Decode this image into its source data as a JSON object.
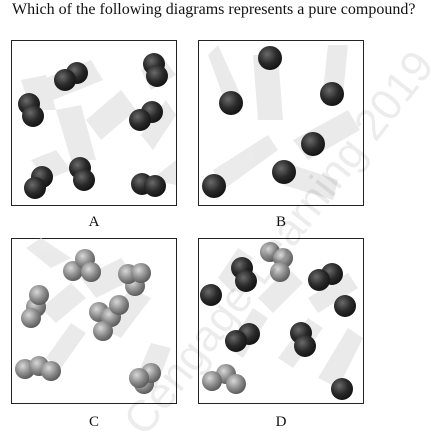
{
  "question": "Which of the following diagrams represents a pure compound?",
  "panel_labels": {
    "a": "A",
    "b": "B",
    "c": "C",
    "d": "D"
  },
  "watermark": "Cengage Learning 2019",
  "colors": {
    "dark_atom": "#2a2a2a",
    "light_atom": "#8c8c8c",
    "motion_blur": "#e6e6e6",
    "border": "#222222"
  }
}
